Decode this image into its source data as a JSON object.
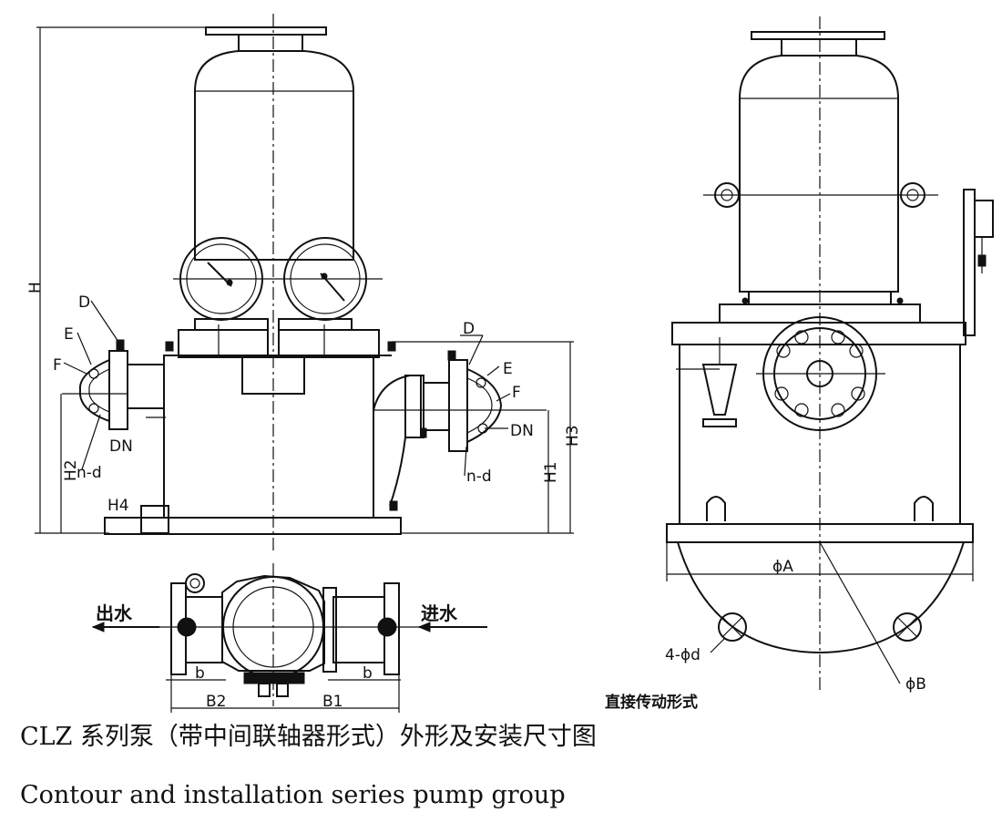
{
  "labels": {
    "H": "H",
    "D": "D",
    "E": "E",
    "F": "F",
    "DN": "DN",
    "nd": "n-d",
    "H2": "H2",
    "H4": "H4",
    "H1": "H1",
    "H3": "H3",
    "outlet": "出水",
    "inlet": "进水",
    "b": "b",
    "B1": "B1",
    "B2": "B2",
    "phiA": "ϕA",
    "phiB": "ϕB",
    "bolts": "4-ϕd",
    "direct_drive": "直接传动形式"
  },
  "caption": {
    "zh": "CLZ 系列泵（带中间联轴器形式）外形及安装尺寸图",
    "en": "Contour and installation series pump group"
  }
}
